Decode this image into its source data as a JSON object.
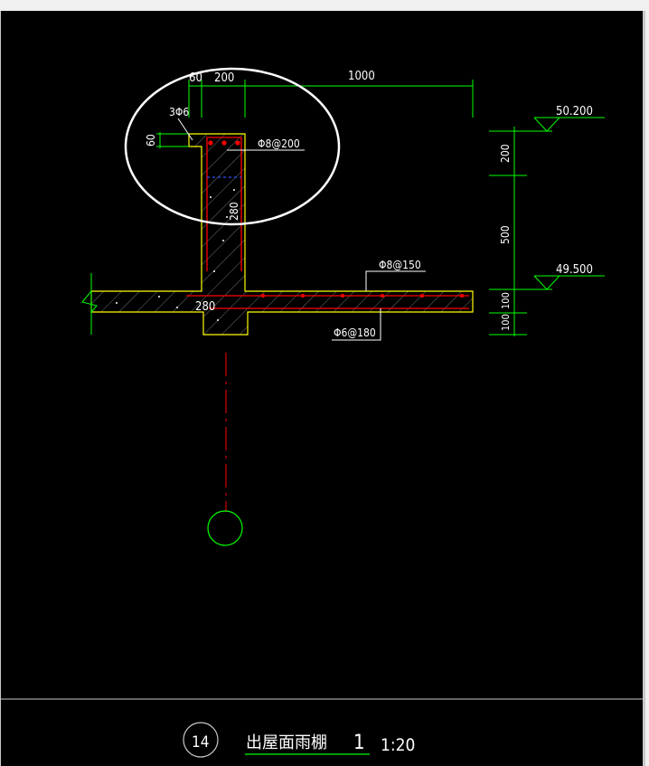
{
  "drawing": {
    "dims": {
      "d60": "60",
      "d200": "200",
      "d1000": "1000",
      "d60v": "60",
      "d280a": "280",
      "d280b": "280",
      "d200v": "200",
      "d500v": "500",
      "d100a": "100",
      "d100b": "100"
    },
    "rebar": {
      "top_bars": "3Φ6",
      "stirrup": "Φ8@200",
      "slab_top": "Φ8@150",
      "slab_bottom": "Φ6@180"
    },
    "levels": {
      "upper": "50.200",
      "lower": "49.500"
    },
    "title": {
      "detail_number": "14",
      "name": "出屋面雨棚",
      "sheet_ref": "1",
      "scale": "1:20"
    }
  },
  "colors": {
    "background": "#000000",
    "dimension": "#00ff00",
    "outline": "#ffff00",
    "rebar": "#ff0000",
    "text": "#ffffff",
    "highlight_circle": "#ffffff"
  }
}
